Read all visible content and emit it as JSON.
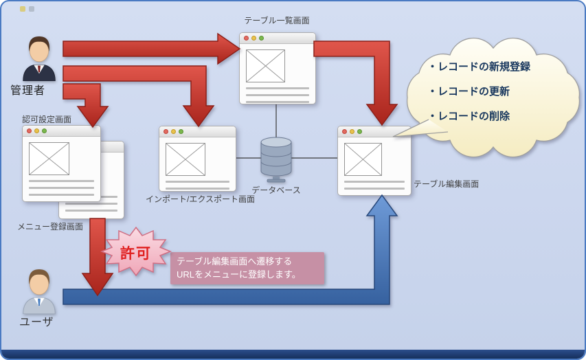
{
  "diagram": {
    "admin_label": "管理者",
    "user_label": "ユーザ",
    "screens": {
      "table_list": "テーブル一覧画面",
      "auth_settings": "認可設定画面",
      "menu_register": "メニュー登録画面",
      "import_export": "インポート/エクスポート画面",
      "table_edit": "テーブル編集画面"
    },
    "database_label": "データベース",
    "permission_label": "許可",
    "note_line1": "テーブル編集画面へ遷移する",
    "note_line2": "URLをメニューに登録します。",
    "callout_lines": [
      "・レコードの新規登録",
      "・レコードの更新",
      "・レコードの削除"
    ]
  },
  "colors": {
    "canvas_bg": "#ccd7ee",
    "canvas_border": "#4a7ac2",
    "bottom_bar": "#16305c",
    "red_arrow": "#c93a30",
    "red_arrow_border": "#8c2019",
    "blue_arrow": "#4f81bd",
    "blue_arrow_border": "#27477a",
    "cloud_fill": "#fdf8dd",
    "cloud_border": "#9f9f9f",
    "cloud_text": "#17365d",
    "burst_fill": "#f5c3cf",
    "burst_border": "#d06e83",
    "burst_text": "#e01f1f",
    "note_bg": "#c68a9e",
    "note_text": "#ffffff"
  }
}
